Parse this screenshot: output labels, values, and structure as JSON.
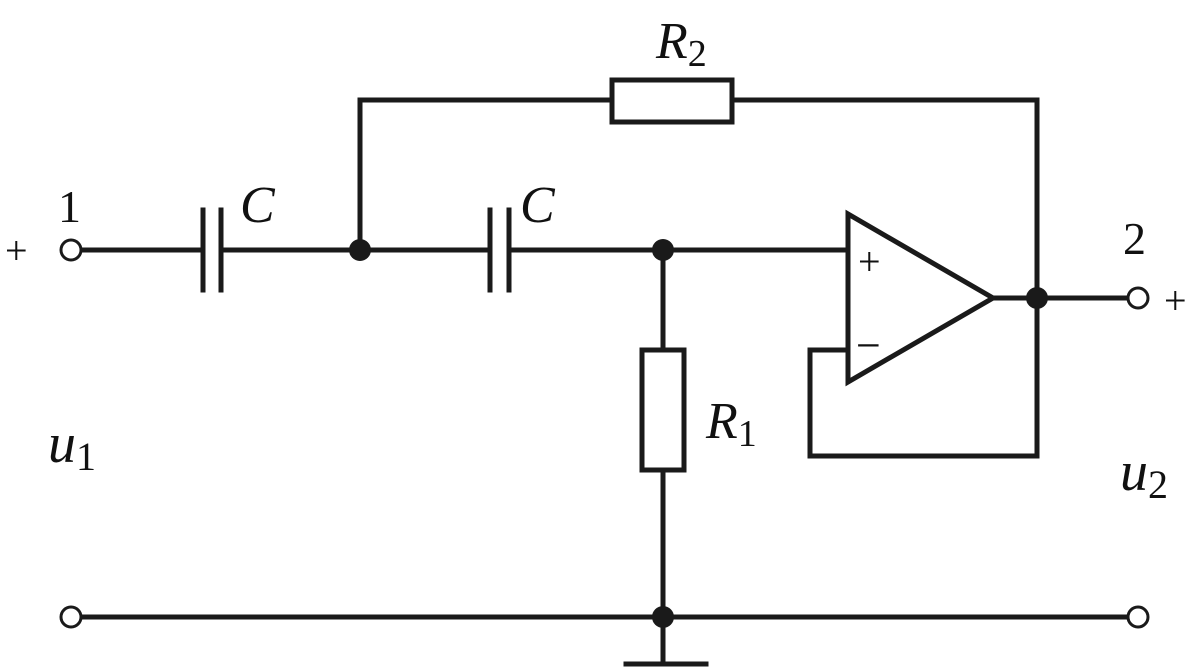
{
  "labels": {
    "terminal_in": "1",
    "terminal_out": "2",
    "r2_main": "R",
    "r2_sub": "2",
    "r1_main": "R",
    "r1_sub": "1",
    "cap_left": "C",
    "cap_right": "C",
    "u1_main": "u",
    "u1_sub": "1",
    "u2_main": "u",
    "u2_sub": "2",
    "plus_in": "+",
    "plus_out": "+",
    "opamp_plus": "+",
    "opamp_minus": "−"
  }
}
